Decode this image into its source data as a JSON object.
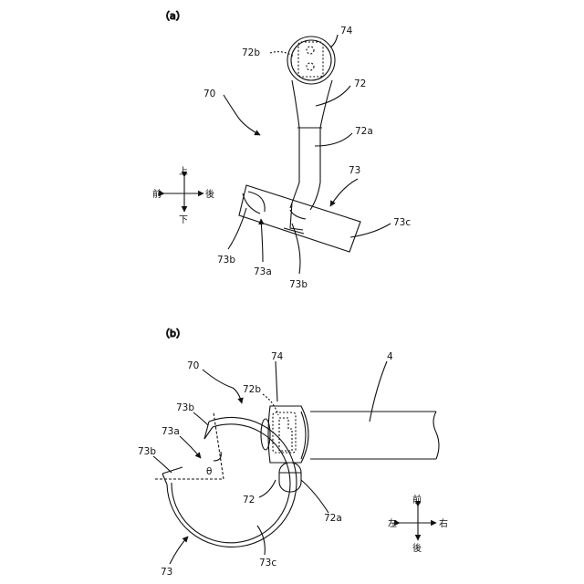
{
  "panel_a": {
    "caption": "（a）",
    "labels": {
      "l74": "74",
      "l72b": "72b",
      "l72": "72",
      "l70": "70",
      "l72a": "72a",
      "l73": "73",
      "l73c": "73c",
      "l73b_left": "73b",
      "l73a": "73a",
      "l73b_bottom": "73b"
    },
    "directions": {
      "up": "上",
      "down": "下",
      "front": "前",
      "back": "後"
    }
  },
  "panel_b": {
    "caption": "（b）",
    "labels": {
      "l70": "70",
      "l74": "74",
      "l4": "4",
      "l72b": "72b",
      "l73b_top": "73b",
      "l73a": "73a",
      "l73b_left": "73b",
      "theta": "θ",
      "l72": "72",
      "l72a": "72a",
      "l73": "73",
      "l73c": "73c"
    },
    "directions": {
      "front": "前",
      "back": "後",
      "left": "左",
      "right": "右"
    }
  }
}
